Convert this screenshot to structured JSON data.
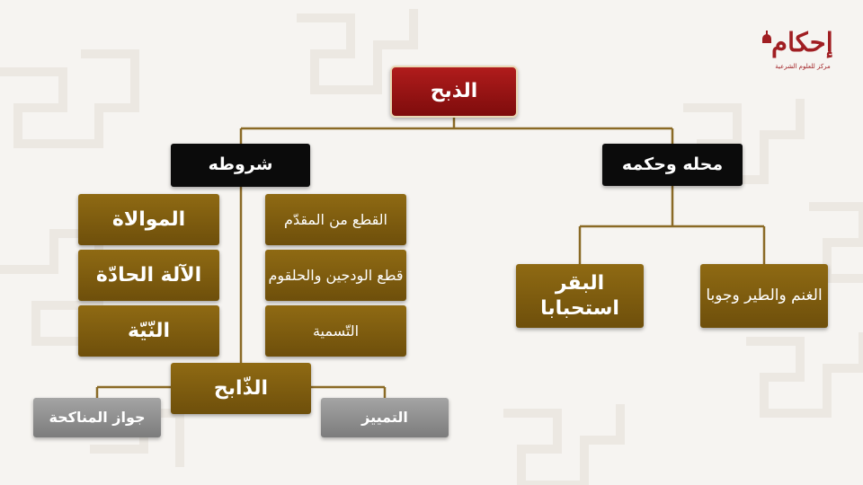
{
  "diagram": {
    "root": "الذبح",
    "branch_left": "شروطه",
    "branch_right": "محله وحكمه",
    "right_children": [
      "الغنم والطير وجوبا",
      "البقر استحبابا"
    ],
    "conditions_right_col": [
      "القطع من المقدّم",
      "قطع الودجين والحلقوم",
      "التّسمية"
    ],
    "conditions_left_col": [
      "الموالاة",
      "الآلة الحادّة",
      "النّيّة"
    ],
    "slaughterer": "الذّابح",
    "slaughterer_children": [
      "التمييز",
      "جواز المناكحة"
    ]
  },
  "logo": {
    "title": "إحكام",
    "subtitle": "مركز للعلوم الشرعية"
  },
  "colors": {
    "root": "#9a1515",
    "branch": "#0b0b0b",
    "gold": "#7d5b10",
    "gray": "#8e8e8e",
    "connector": "#8a6a26",
    "background": "#f6f4f1"
  }
}
